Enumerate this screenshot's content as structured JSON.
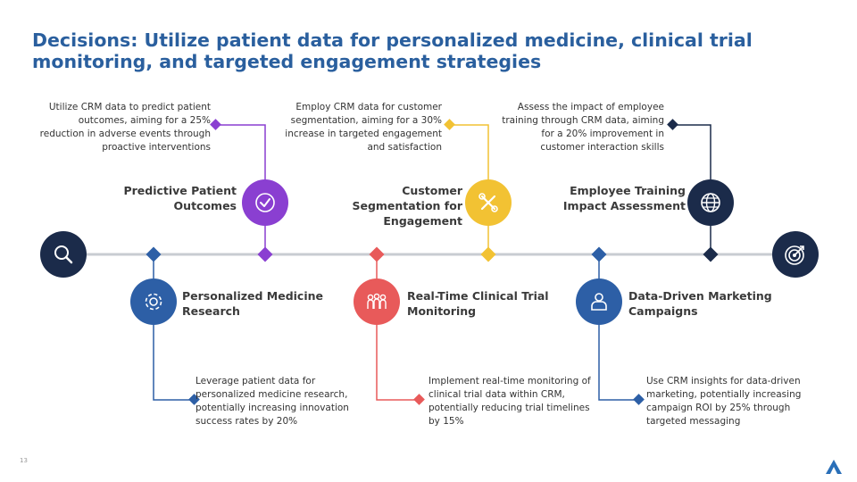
{
  "title": "Decisions: Utilize patient data for personalized medicine, clinical trial monitoring, and targeted engagement strategies",
  "slide_number": "13",
  "colors": {
    "timeline": "#c8ccd2",
    "navy": "#1b2b4a",
    "blue": "#2d5fa6",
    "purple": "#8a3fd1",
    "yellow": "#f2c233",
    "red": "#e85a5a",
    "title": "#2a5f9e"
  },
  "timeline": {
    "start_icon": "magnifier-icon",
    "end_icon": "target-icon"
  },
  "items": [
    {
      "label": "Predictive Patient Outcomes",
      "description": "Utilize CRM data to predict patient outcomes, aiming for a 25% reduction in adverse events through proactive interventions",
      "icon": "checkmark-icon"
    },
    {
      "label": "Customer Segmentation for Engagement",
      "description": "Employ CRM data for customer segmentation, aiming for a 30% increase in targeted engagement and satisfaction",
      "icon": "tools-icon"
    },
    {
      "label": "Employee Training Impact Assessment",
      "description": "Assess the impact of employee training through CRM data, aiming for a 20% improvement in customer interaction skills",
      "icon": "globe-icon"
    },
    {
      "label": "Personalized Medicine Research",
      "description": "Leverage patient data for personalized medicine research, potentially increasing innovation success rates by 20%",
      "icon": "gear-icon"
    },
    {
      "label": "Real-Time Clinical Trial Monitoring",
      "description": "Implement real-time monitoring of clinical trial data within CRM, potentially reducing trial timelines by 15%",
      "icon": "team-icon"
    },
    {
      "label": "Data-Driven Marketing Campaigns",
      "description": "Use CRM insights for data-driven marketing, potentially increasing campaign ROI by 25% through targeted messaging",
      "icon": "person-icon"
    }
  ]
}
